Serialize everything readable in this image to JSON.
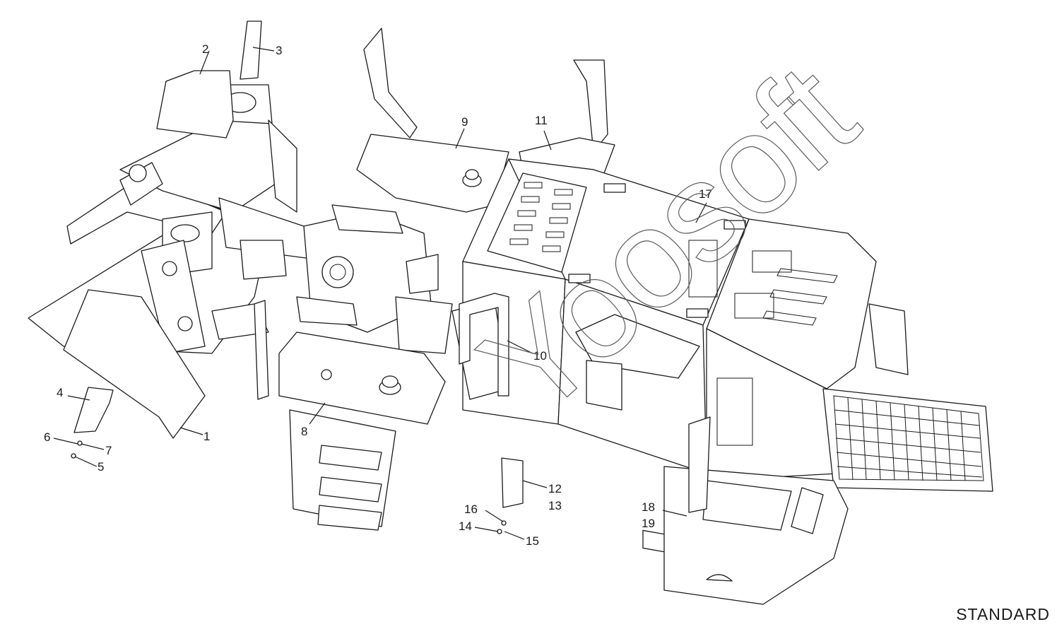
{
  "variant_label": "STANDARD",
  "watermark_text": "Yoosoft",
  "callouts": [
    {
      "id": "1",
      "text": "1"
    },
    {
      "id": "2",
      "text": "2"
    },
    {
      "id": "3",
      "text": "3"
    },
    {
      "id": "4",
      "text": "4"
    },
    {
      "id": "5",
      "text": "5"
    },
    {
      "id": "6",
      "text": "6"
    },
    {
      "id": "7",
      "text": "7"
    },
    {
      "id": "8",
      "text": "8"
    },
    {
      "id": "9",
      "text": "9"
    },
    {
      "id": "10",
      "text": "10"
    },
    {
      "id": "11",
      "text": "11"
    },
    {
      "id": "12",
      "text": "12"
    },
    {
      "id": "13",
      "text": "13"
    },
    {
      "id": "14",
      "text": "14"
    },
    {
      "id": "15",
      "text": "15"
    },
    {
      "id": "16",
      "text": "16"
    },
    {
      "id": "17",
      "text": "17"
    },
    {
      "id": "18",
      "text": "18"
    },
    {
      "id": "19",
      "text": "19"
    }
  ],
  "colors": {
    "line": "#1a1a1a",
    "background": "#ffffff",
    "watermark": "#5a5a5a"
  }
}
